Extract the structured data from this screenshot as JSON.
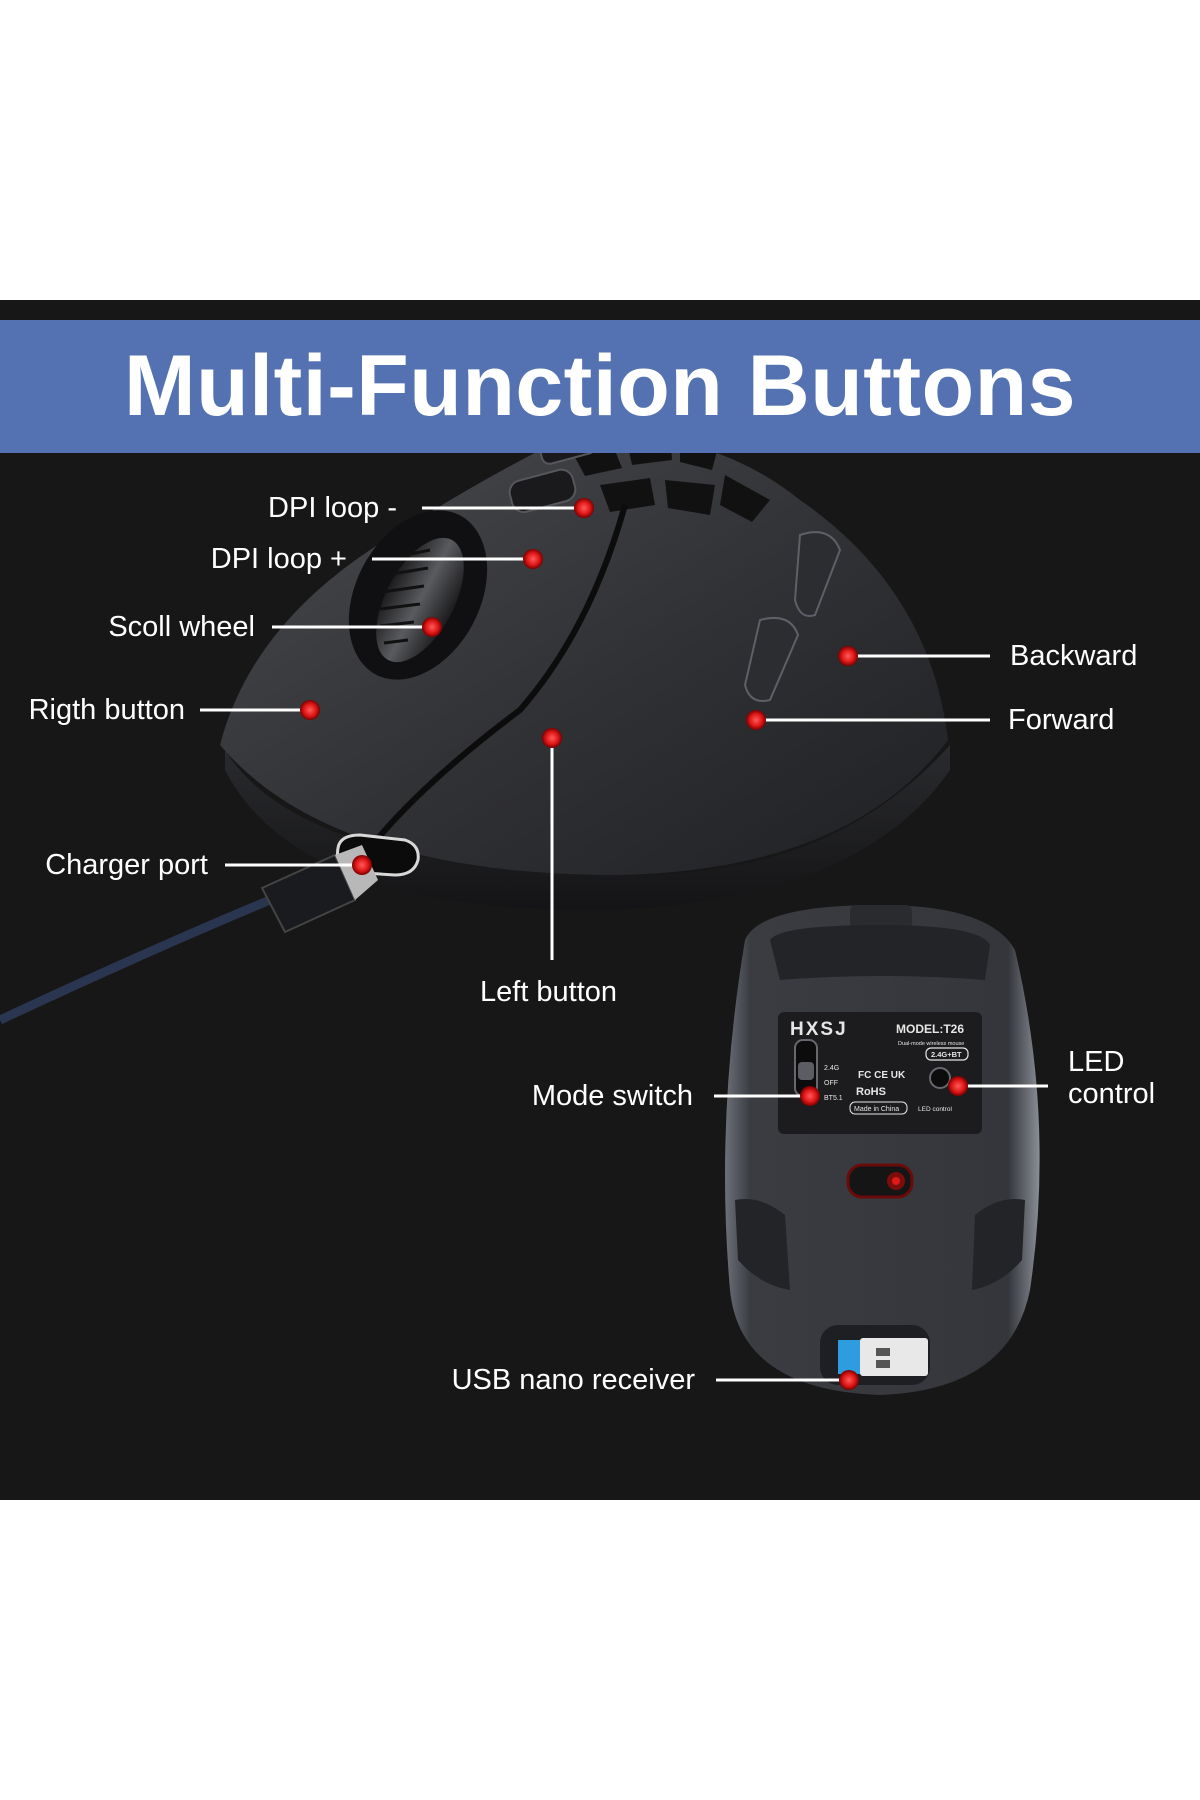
{
  "header": {
    "title": "Multi-Function Buttons"
  },
  "colors": {
    "banner": "#5472b2",
    "background": "#171717",
    "marker": "#e01818",
    "text": "#ffffff"
  },
  "callouts": {
    "dpi_minus": "DPI loop -",
    "dpi_plus": "DPI loop +",
    "scroll_wheel": "Scoll wheel",
    "right_button": "Rigth button",
    "charger_port": "Charger port",
    "left_button": "Left button",
    "backward": "Backward",
    "forward": "Forward",
    "mode_switch": "Mode switch",
    "led_control_line1": "LED",
    "led_control_line2": "control",
    "usb_receiver": "USB nano receiver"
  },
  "sticker": {
    "brand": "HXSJ",
    "model": "MODEL:T26",
    "subtitle": "Dual-mode wireless mouse",
    "badge": "2.4G+BT",
    "switch_labels": [
      "2.4G",
      "OFF",
      "BT5.1"
    ],
    "cert_marks": "FC CE UK",
    "rohs": "RoHS",
    "origin": "Made in China",
    "led_label": "LED control"
  }
}
